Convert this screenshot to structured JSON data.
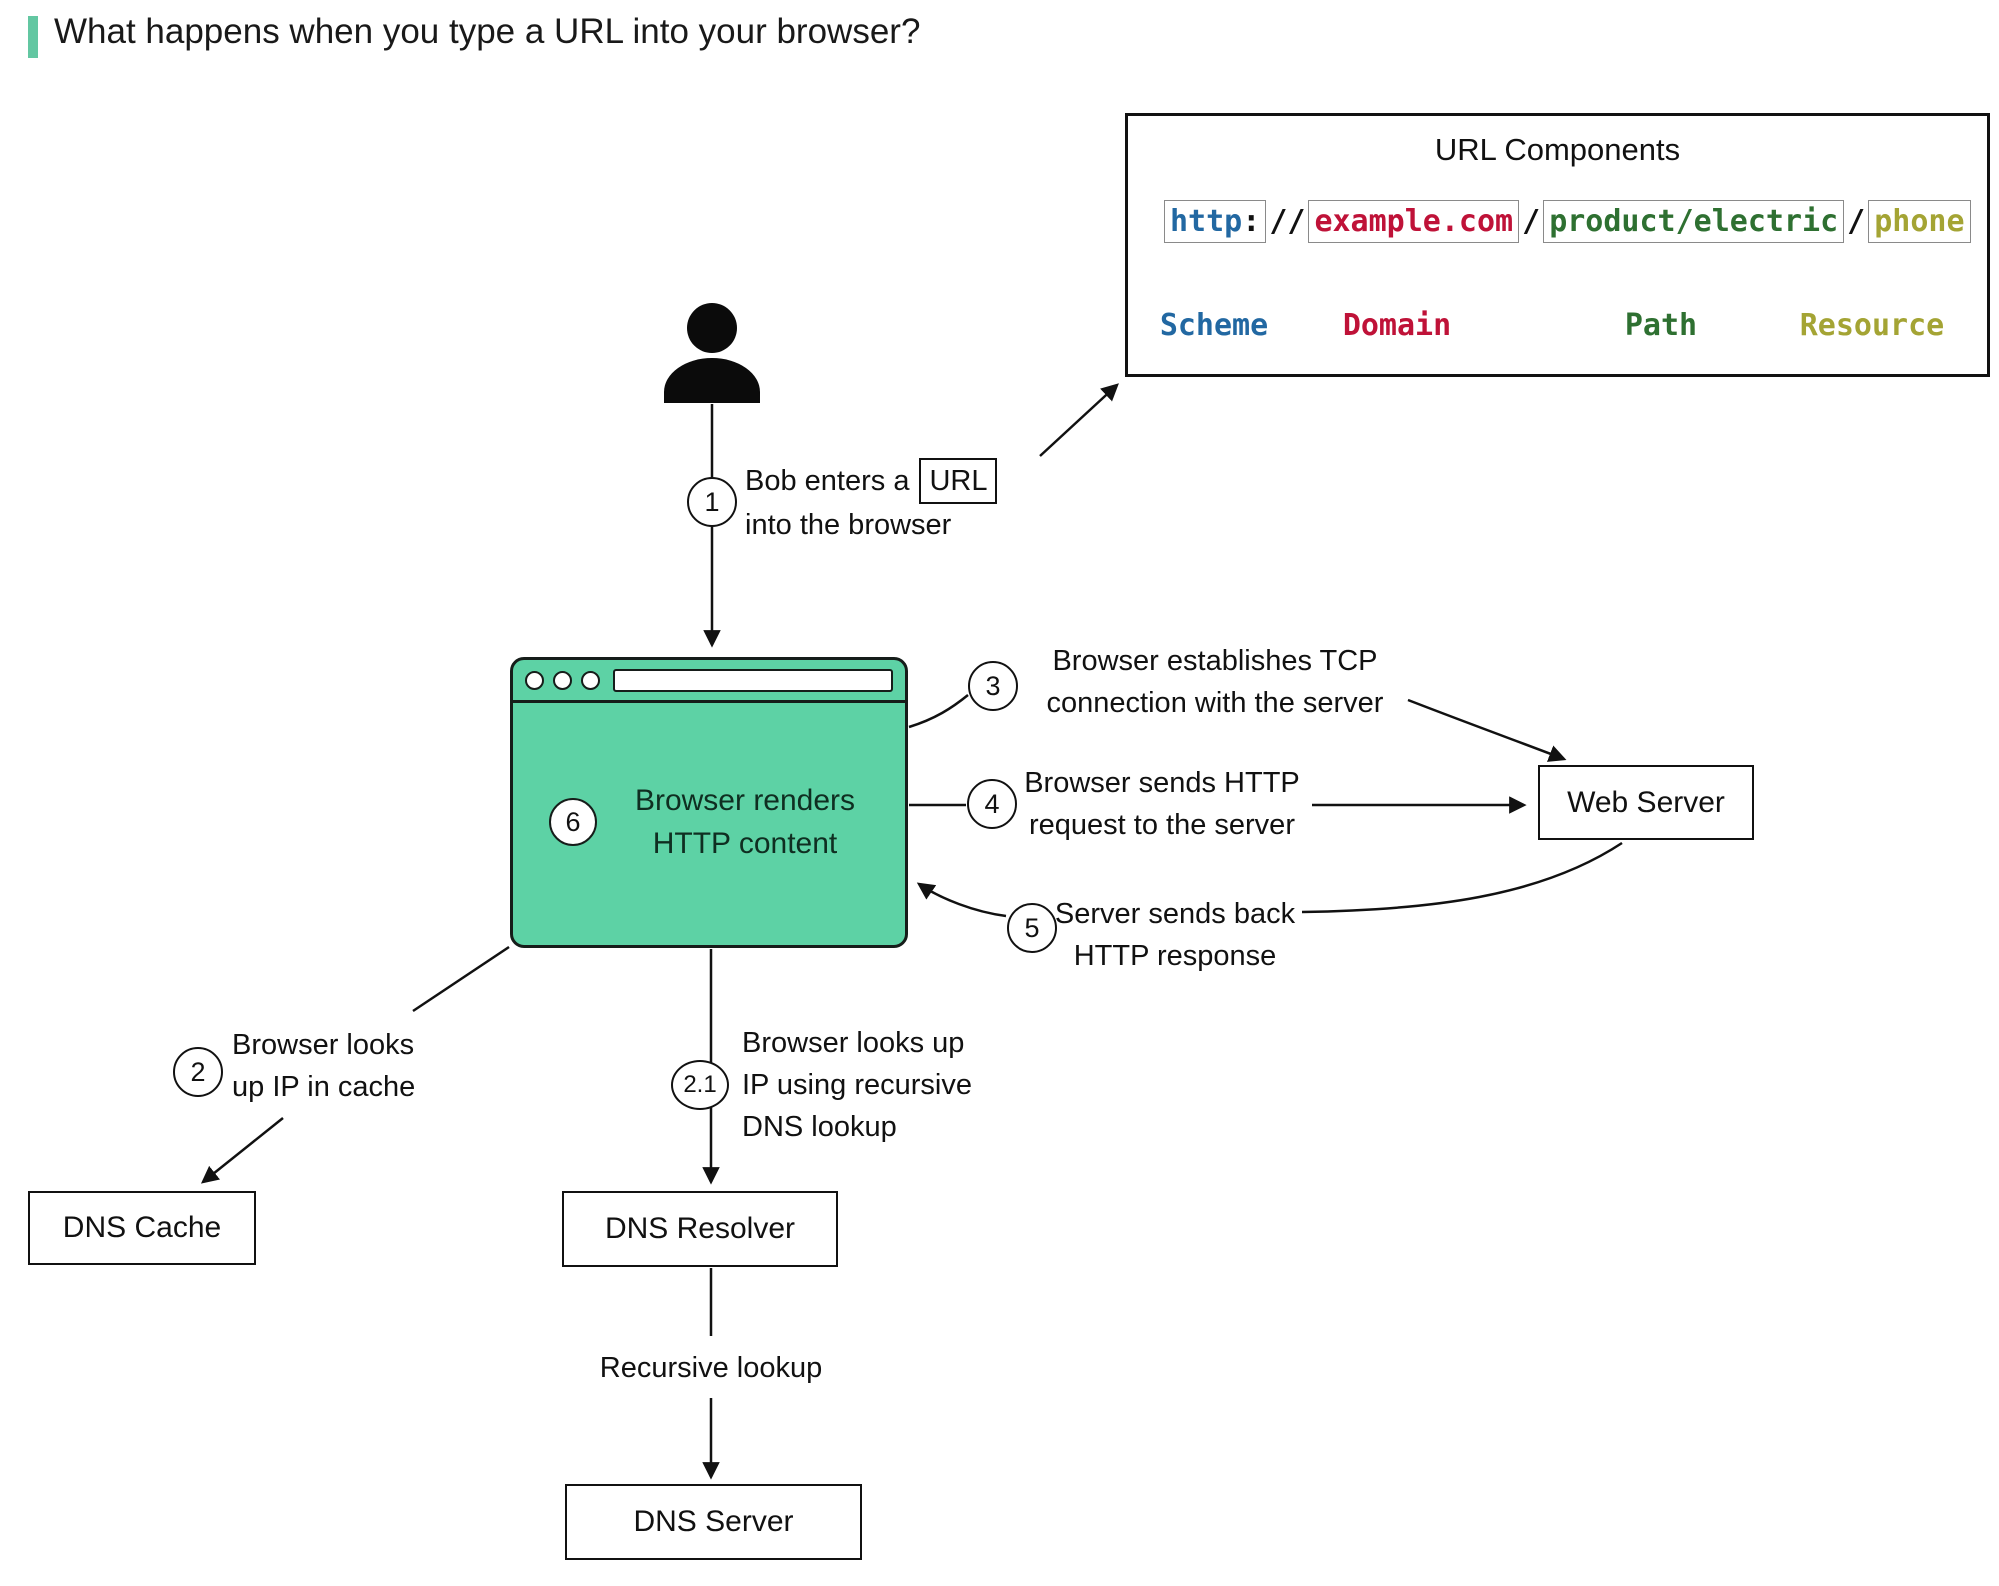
{
  "page": {
    "title": "What happens when you type a URL into your browser?"
  },
  "colors": {
    "accent_green": "#63c7a2",
    "browser_green": "#5dd2a5",
    "scheme_blue": "#2268a2",
    "domain_red": "#bf1238",
    "path_green": "#2e7031",
    "resource_olive": "#a4a434"
  },
  "url_components": {
    "panel_title": "URL Components",
    "scheme": "http",
    "scheme_colon": ":",
    "slashes": "//",
    "domain": "example.com",
    "slash_after_domain": "/",
    "path": "product/electric",
    "slash_after_path": "/",
    "resource": "phone",
    "labels": {
      "scheme": "Scheme",
      "domain": "Domain",
      "path": "Path",
      "resource": "Resource"
    }
  },
  "steps": {
    "s1": {
      "num": "1",
      "text_before": "Bob enters a",
      "url_token": "URL",
      "line2": "into the browser"
    },
    "s2": {
      "num": "2",
      "line1": "Browser looks",
      "line2": "up IP in cache"
    },
    "s21": {
      "num": "2.1",
      "line1": "Browser looks up",
      "line2": "IP using recursive",
      "line3": "DNS lookup"
    },
    "s3": {
      "num": "3",
      "line1": "Browser establishes TCP",
      "line2": "connection with the server"
    },
    "s4": {
      "num": "4",
      "line1": "Browser sends HTTP",
      "line2": "request to the server"
    },
    "s5": {
      "num": "5",
      "line1": "Server sends back",
      "line2": "HTTP response"
    },
    "s6": {
      "num": "6",
      "line1": "Browser renders",
      "line2": "HTTP content"
    }
  },
  "nodes": {
    "web_server": "Web Server",
    "dns_cache": "DNS Cache",
    "dns_resolver": "DNS Resolver",
    "dns_server": "DNS Server"
  },
  "misc": {
    "recursive_lookup": "Recursive lookup"
  }
}
